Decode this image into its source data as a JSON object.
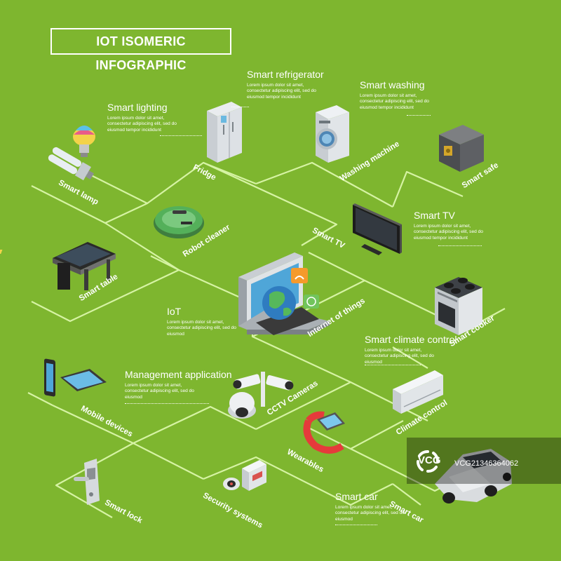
{
  "title": "IOT ISOMERIC INFOGRAPHIC",
  "lorem": "Lorem ipsum dolor sit amet, consectetur adipiscing elit, sed do eiusmod tempor incididunt",
  "lorem_short": "Lorem ipsum dolor sit amet, consectetur adipiscing elit, sed do eiusmod",
  "captions": {
    "smart_lighting": "Smart lighting",
    "smart_refrigerator": "Smart refrigerator",
    "smart_washing": "Smart washing",
    "smart_tv": "Smart TV",
    "iot": "IoT",
    "smart_climate_control": "Smart climate control",
    "management_application": "Management application",
    "smart_car": "Smart car"
  },
  "labels": {
    "smart_lamp": "Smart lamp",
    "fridge": "Fridge",
    "washing_machine": "Washing machine",
    "smart_safe": "Smart safe",
    "robot_cleaner": "Robot cleaner",
    "smart_tv": "Smart TV",
    "smart_table": "Smart table",
    "internet_of_things": "Internet of things",
    "smart_cooker": "Smart cooker",
    "mobile_devices": "Mobile devices",
    "cctv_cameras": "CCTV Cameras",
    "climate_control": "Climate control",
    "wearables": "Wearables",
    "smart_lock": "Smart lock",
    "security_systems": "Security systems",
    "smart_car": "Smart car"
  },
  "watermark": {
    "brand": "VCG",
    "id": "VCG21346364062"
  },
  "colors": {
    "background": "#7eb62f",
    "line": "#d8f5a8",
    "text": "#ffffff"
  }
}
